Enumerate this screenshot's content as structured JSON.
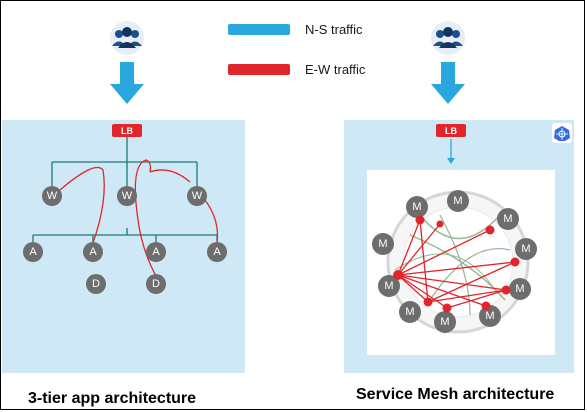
{
  "legend": {
    "ns": {
      "label": "N-S traffic",
      "color": "#29a8e0"
    },
    "ew": {
      "label": "E-W traffic",
      "color": "#e0262b"
    }
  },
  "left": {
    "lb_label": "LB",
    "web_label": "W",
    "app_label": "A",
    "db_label": "D",
    "caption": "3-tier app architecture"
  },
  "right": {
    "lb_label": "LB",
    "mesh_label": "M",
    "caption": "Service Mesh architecture"
  },
  "colors": {
    "panel": "#cfe8f6",
    "node": "#6d6d6d",
    "tree_line": "#1a7a7a",
    "lb_box": "#e0262b",
    "mesh_dot": "#e0262b",
    "users_icon": "#1f4e8c"
  },
  "icons": [
    "users-icon",
    "down-arrow-icon",
    "kubernetes-icon"
  ]
}
